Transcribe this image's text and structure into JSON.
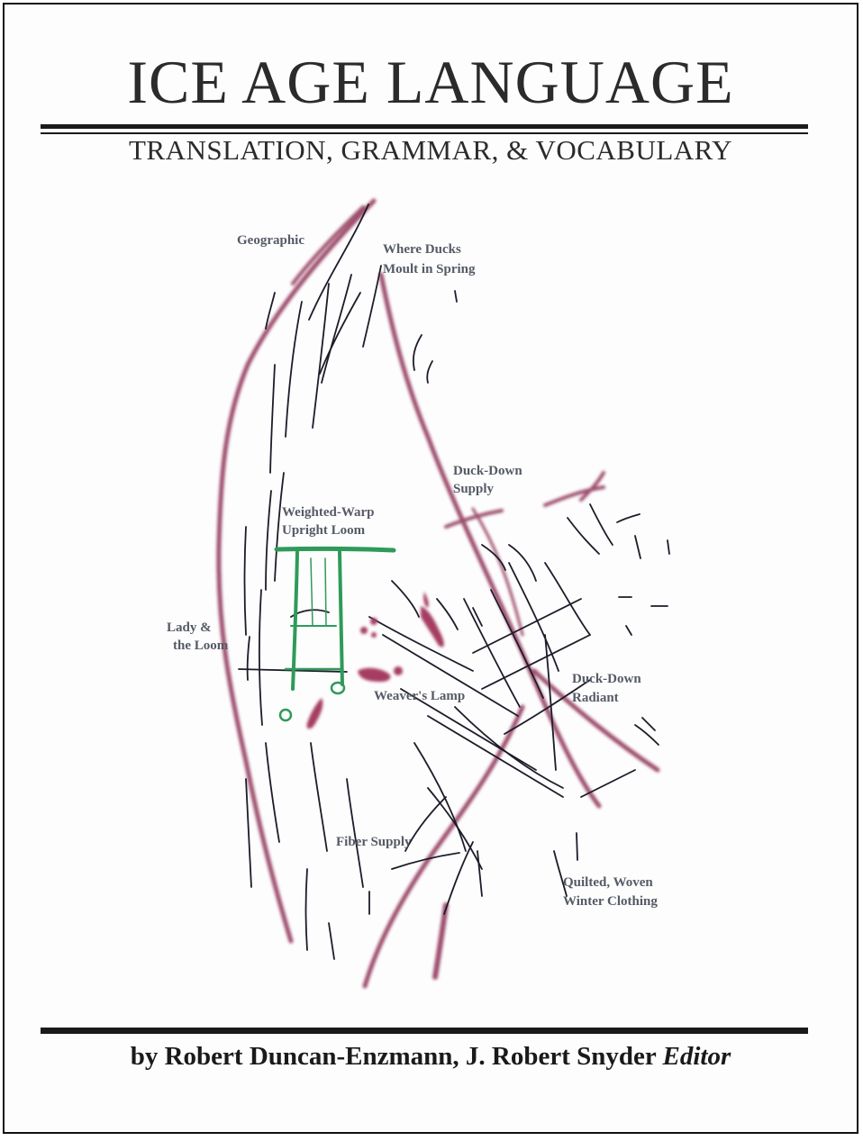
{
  "cover": {
    "title": "ICE AGE LANGUAGE",
    "subtitle": "TRANSLATION, GRAMMAR, & VOCABULARY",
    "byline": {
      "authors": "by Robert Duncan-Enzmann, J. Robert Snyder",
      "role": "Editor"
    }
  },
  "illustration": {
    "labels": {
      "geographic": "Geographic",
      "ducks_moult_1": "Where Ducks",
      "ducks_moult_2": "Moult in Spring",
      "duck_down_supply_1": "Duck-Down",
      "duck_down_supply_2": "Supply",
      "loom_1": "Weighted-Warp",
      "loom_2": "Upright Loom",
      "lady_1": "Lady &",
      "lady_2": "the Loom",
      "weavers_lamp": "Weaver's Lamp",
      "duck_down_radiant_1": "Duck-Down",
      "duck_down_radiant_2": "Radiant",
      "fiber_supply": "Fiber Supply",
      "clothing_1": "Quilted, Woven",
      "clothing_2": "Winter Clothing"
    },
    "colors": {
      "engraved_line": "#1c1c2a",
      "painted_red": "#8c2f52",
      "loom_green": "#2f9a5a",
      "label_text": "#555a66"
    }
  }
}
